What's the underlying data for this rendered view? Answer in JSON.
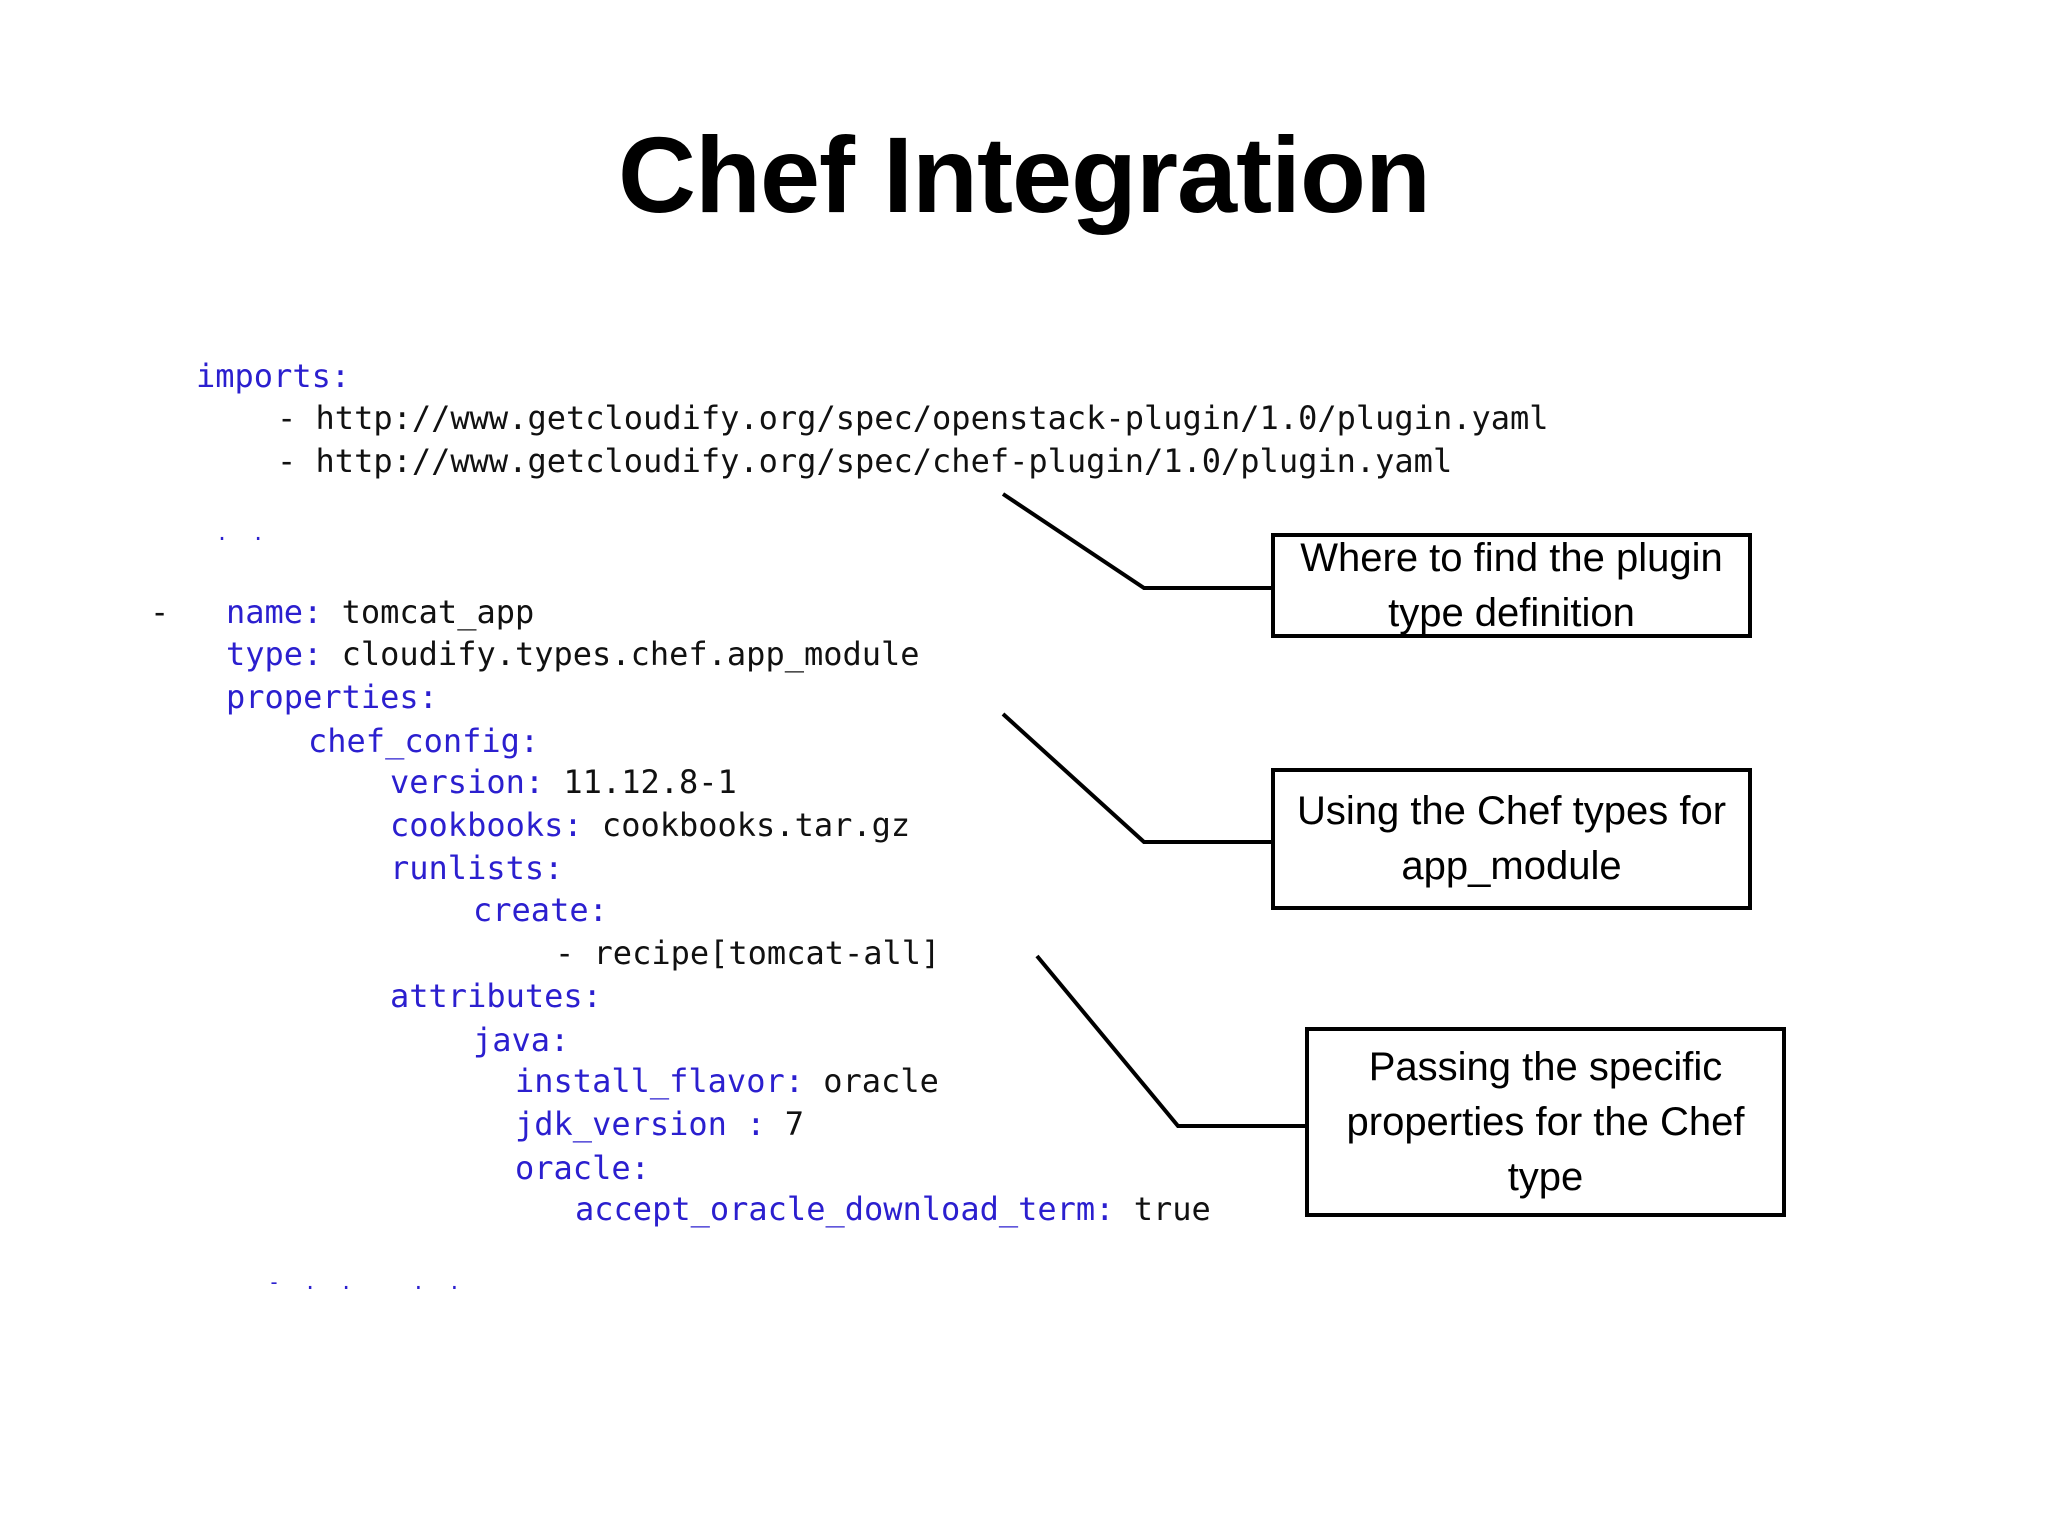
{
  "title": "Chef Integration",
  "code": {
    "imports_key": "imports:",
    "import_1": "- http://www.getcloudify.org/spec/openstack-plugin/1.0/plugin.yaml",
    "import_2": "- http://www.getcloudify.org/spec/chef-plugin/1.0/plugin.yaml",
    "ellipsis_1": ". .",
    "list_dash": "-",
    "name_key": "name:",
    "name_value": "tomcat_app",
    "type_key": "type:",
    "type_value": "cloudify.types.chef.app_module",
    "properties_key": "properties:",
    "chef_config_key": "chef_config:",
    "version_key": "version:",
    "version_value": "11.12.8-1",
    "cookbooks_key": "cookbooks:",
    "cookbooks_value": "cookbooks.tar.gz",
    "runlists_key": "runlists:",
    "create_key": "create:",
    "recipe_value": "- recipe[tomcat-all]",
    "attributes_key": "attributes:",
    "java_key": "java:",
    "install_flavor_key": "install_flavor:",
    "install_flavor_value": "oracle",
    "jdk_version_key": "jdk_version :",
    "jdk_version_value": "7",
    "oracle_key": "oracle:",
    "accept_key": "accept_oracle_download_term:",
    "accept_value": "true",
    "ellipsis_2": "- . .   . ."
  },
  "callouts": {
    "plugin_definition": "Where to find the plugin type definition",
    "chef_types": "Using the Chef types for app_module",
    "specific_properties": "Passing the specific properties  for the Chef type"
  },
  "colors": {
    "key": "#2b1fcf",
    "value": "#111111",
    "border": "#000000"
  }
}
